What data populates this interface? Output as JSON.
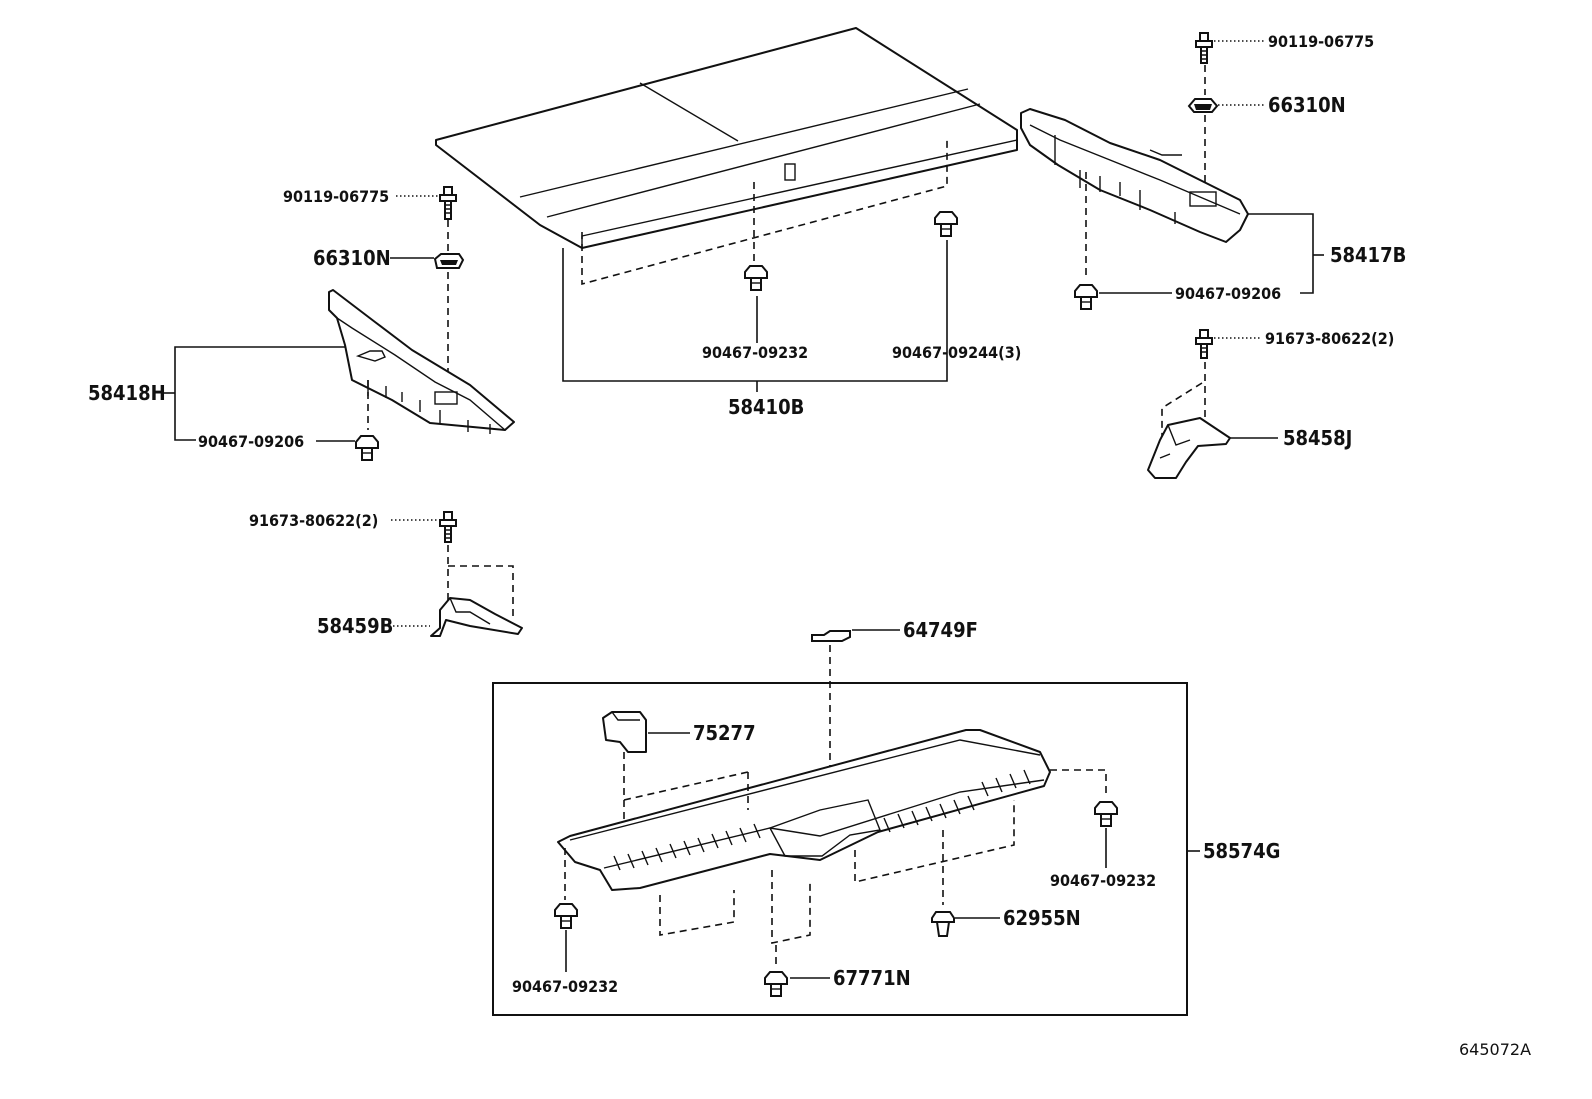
{
  "figure_code": "645072A",
  "callouts": {
    "p58410B": "58410B",
    "p90467_09232_top": "90467-09232",
    "p90467_09244": "90467-09244(3)",
    "p90119_left": "90119-06775",
    "p66310N_left": "66310N",
    "p58418H": "58418H",
    "p90467_09206_left": "90467-09206",
    "p91673_left": "91673-80622(2)",
    "p58459B": "58459B",
    "p90119_right": "90119-06775",
    "p66310N_right": "66310N",
    "p58417B": "58417B",
    "p90467_09206_right": "90467-09206",
    "p91673_right": "91673-80622(2)",
    "p58458J": "58458J",
    "p64749F": "64749F",
    "p75277": "75277",
    "p58574G": "58574G",
    "p90467_09232_right": "90467-09232",
    "p62955N": "62955N",
    "p90467_09232_bottom": "90467-09232",
    "p67771N": "67771N"
  }
}
